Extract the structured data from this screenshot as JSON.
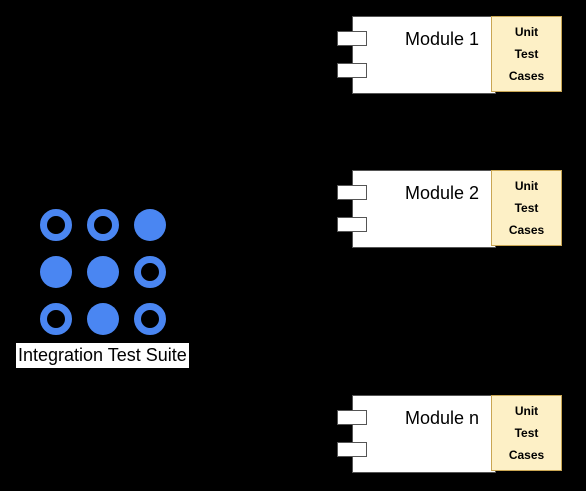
{
  "diagram": {
    "suite": {
      "label": "Integration Test Suite",
      "dot_color": "#4a86f2",
      "dots": [
        [
          "ring",
          "ring",
          "filled"
        ],
        [
          "filled",
          "filled",
          "ring"
        ],
        [
          "ring",
          "filled",
          "ring"
        ]
      ]
    },
    "modules": [
      {
        "name": "Module 1",
        "tests": [
          "Unit",
          "Test",
          "Cases"
        ]
      },
      {
        "name": "Module 2",
        "tests": [
          "Unit",
          "Test",
          "Cases"
        ]
      },
      {
        "name": "Module n",
        "tests": [
          "Unit",
          "Test",
          "Cases"
        ]
      }
    ],
    "colors": {
      "background": "#000000",
      "module_fill": "#ffffff",
      "unit_test_fill": "#fdf0c6",
      "unit_test_border": "#c9a653"
    }
  }
}
